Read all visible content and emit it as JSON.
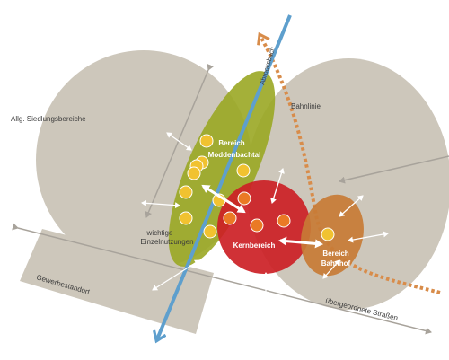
{
  "labels": {
    "siedlung": "Allg. Siedlungsbereiche",
    "abrooksbach": "Abrooksbach",
    "bahnlinie": "Bahnlinie",
    "moddenbachtal_1": "Bereich",
    "moddenbachtal_2": "Moddenbachtal",
    "einzelnutzungen_1": "wichtige",
    "einzelnutzungen_2": "Einzelnutzungen",
    "kernbereich": "Kernbereich",
    "bahnhof_1": "Bereich",
    "bahnhof_2": "Bahnhof",
    "gewerbe": "Gewerbestandort",
    "strassen": "übergeordnete Straßen"
  },
  "colors": {
    "settlement": "#cdc7bb",
    "green_zone": "#9aa723",
    "kern": "#cc2025",
    "bahnhof": "#c87b35",
    "dot_yellow": "#f1c230",
    "dot_orange": "#ea7a25",
    "stream": "#5e9fcd",
    "rail": "#d88c4a",
    "road": "#a8a39b"
  }
}
